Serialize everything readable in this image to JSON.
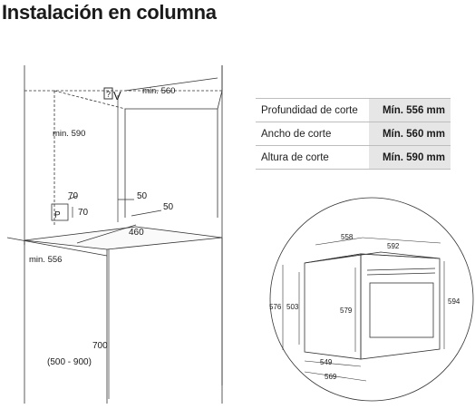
{
  "title": "Instalación en columna",
  "table": {
    "rows": [
      {
        "label": "Profundidad de corte",
        "value": "Mín. 556 mm"
      },
      {
        "label": "Ancho de corte",
        "value": "Mín. 560 mm"
      },
      {
        "label": "Altura de corte",
        "value": "Mín. 590 mm"
      }
    ]
  },
  "cabinet": {
    "width_min": "min. 560",
    "height_min": "min. 590",
    "depth_min": "min. 556",
    "vent_w": "70",
    "vent_h": "70",
    "vent_label": "P",
    "gap_side": "50",
    "gap_back": "50",
    "shelf_depth": "460",
    "mount_height": "700",
    "mount_range": "(500 - 900)"
  },
  "oven": {
    "width_outer": "592",
    "width_body": "558",
    "height_front": "576",
    "height_body": "503",
    "height_inner": "579",
    "height_total": "594",
    "depth_body": "549",
    "depth_total": "569"
  }
}
